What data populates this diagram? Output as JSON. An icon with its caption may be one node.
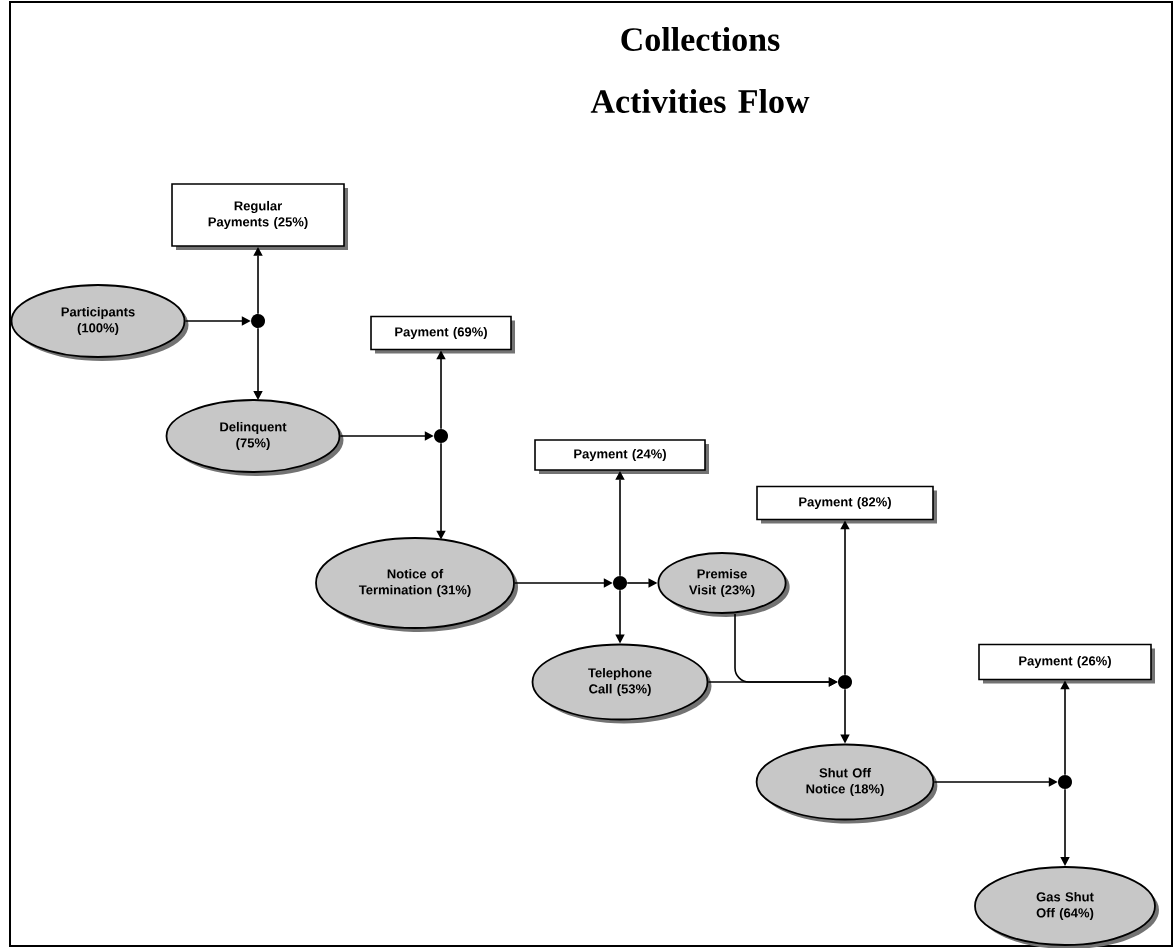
{
  "diagram": {
    "title": "Collections Activities Flow",
    "nodes": [
      {
        "text": [
          "Regular Payments (25%)"
        ]
      },
      {
        "text": [
          "Participants (100%)"
        ]
      },
      {
        "text": [],
        "shape": "circle"
      },
      {
        "text": [
          "Payment (69%)"
        ]
      },
      {
        "text": [
          "Delinquent (75%)"
        ]
      },
      {
        "text": [],
        "shape": "circle"
      },
      {
        "text": [
          "Payment (24%)"
        ]
      },
      {
        "text": [
          "Notice of Termination (31%)"
        ]
      },
      {
        "text": [],
        "shape": "circle"
      },
      {
        "text": [
          "Premise Visit (23%)"
        ]
      },
      {
        "text": [
          "Telephone Call (53%)"
        ]
      },
      {
        "text": [
          "Payment (82%)"
        ]
      },
      {
        "text": [],
        "shape": "circle"
      },
      {
        "text": [
          "Shut Off Notice (18%)"
        ]
      },
      {
        "text": [
          "Payment (26%)"
        ]
      },
      {
        "text": [],
        "shape": "circle"
      },
      {
        "text": [
          "Gas Shut Off (64%)"
        ]
      }
    ],
    "edges": [
      {
        "from": 1,
        "to": 2,
        "arrow": "to"
      },
      {
        "from": 2,
        "to": 0,
        "arrow": "to"
      },
      {
        "from": 2,
        "to": 4,
        "arrow": "to"
      },
      {
        "from": 4,
        "to": 5,
        "arrow": "to"
      },
      {
        "from": 5,
        "to": 3,
        "arrow": "to"
      },
      {
        "from": 5,
        "to": 7,
        "arrow": "to"
      },
      {
        "from": 7,
        "to": 8,
        "arrow": "to"
      },
      {
        "from": 8,
        "to": 6,
        "arrow": "to"
      },
      {
        "from": 8,
        "to": 9,
        "arrow": "to"
      },
      {
        "from": 8,
        "to": 10,
        "arrow": "to"
      },
      {
        "from": 10,
        "to": 12,
        "arrow": "to"
      },
      {
        "from": 9,
        "to": 12,
        "arrow": "to"
      },
      {
        "from": 12,
        "to": 11,
        "arrow": "to"
      },
      {
        "from": 12,
        "to": 13,
        "arrow": "to"
      },
      {
        "from": 13,
        "to": 15,
        "arrow": "to"
      },
      {
        "from": 15,
        "to": 14,
        "arrow": "to"
      },
      {
        "from": 15,
        "to": 16,
        "arrow": "to"
      }
    ]
  }
}
